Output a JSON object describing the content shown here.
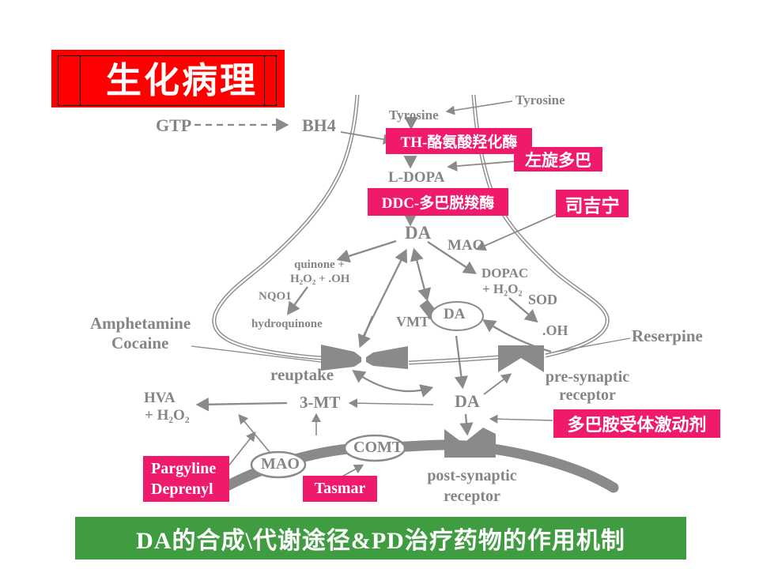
{
  "slide": {
    "title": "生化病理",
    "caption": "DA的合成\\代谢途径&PD治疗药物的作用机制",
    "colors": {
      "title_band_red": "#FE0000",
      "caption_band_green": "#3F9C40",
      "drug_box_pink": "#EF1A6B",
      "diagram_gray": "#858585"
    }
  },
  "pathway": {
    "gtp": "GTP",
    "bh4": "BH4",
    "tyrosine_outer": "Tyrosine",
    "tyrosine_inner": "Tyrosine",
    "l_dopa": "L-DOPA",
    "da": "DA",
    "mao": "MAO",
    "dopac_1": "DOPAC",
    "dopac_2": "+ H₂O₂",
    "sod": "SOD",
    "oh": ".OH",
    "quinone_1": "quinone +",
    "quinone_2": "H₂O₂ + .OH",
    "nqo1": "NQO1",
    "hydroquinone": "hydroquinone",
    "vmt": "VMT",
    "da_vesicle": "DA",
    "amphetamine": "Amphetamine",
    "cocaine": "Cocaine",
    "reserpine": "Reserpine",
    "reuptake": "reuptake",
    "pre_synaptic_1": "pre-synaptic",
    "pre_synaptic_2": "receptor",
    "hva_1": "HVA",
    "hva_2": "+ H₂O₂",
    "three_mt": "3-MT",
    "da_cleft": "DA",
    "mao_post": "MAO",
    "comt": "COMT",
    "post_synaptic_1": "post-synaptic",
    "post_synaptic_2": "receptor"
  },
  "drugs": {
    "th": "TH-酪氨酸羟化酶",
    "levodopa": "左旋多巴",
    "ddc": "DDC-多巴脱羧酶",
    "selegiline": "司吉宁",
    "agonist": "多巴胺受体激动剂",
    "pargyline_1": "Pargyline",
    "pargyline_2": "Deprenyl",
    "tasmar": "Tasmar"
  }
}
